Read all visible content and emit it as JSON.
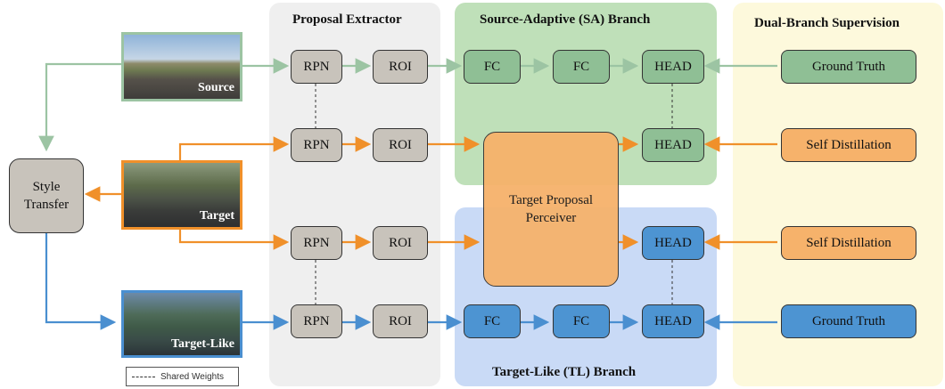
{
  "regions": {
    "proposal_extractor": "Proposal Extractor",
    "sa_branch": "Source-Adaptive (SA)  Branch",
    "tl_branch": "Target-Like (TL)  Branch",
    "supervision": "Dual-Branch Supervision"
  },
  "images": {
    "source": "Source",
    "target": "Target",
    "target_like": "Target-Like"
  },
  "nodes": {
    "style_transfer": "Style Transfer",
    "rpn": "RPN",
    "roi": "ROI",
    "fc": "FC",
    "head": "HEAD",
    "perceiver": "Target Proposal Perceiver"
  },
  "supervision": {
    "ground_truth": "Ground Truth",
    "self_distillation": "Self Distillation"
  },
  "legend": "Shared Weights",
  "colors": {
    "green": "#8fbf95",
    "blue": "#4d94d2",
    "orange": "#f6b26b",
    "gray": "#c8c3bb",
    "arrow_green": "#9cc4a3",
    "arrow_orange": "#f0902a",
    "arrow_blue": "#4a8fd0"
  }
}
